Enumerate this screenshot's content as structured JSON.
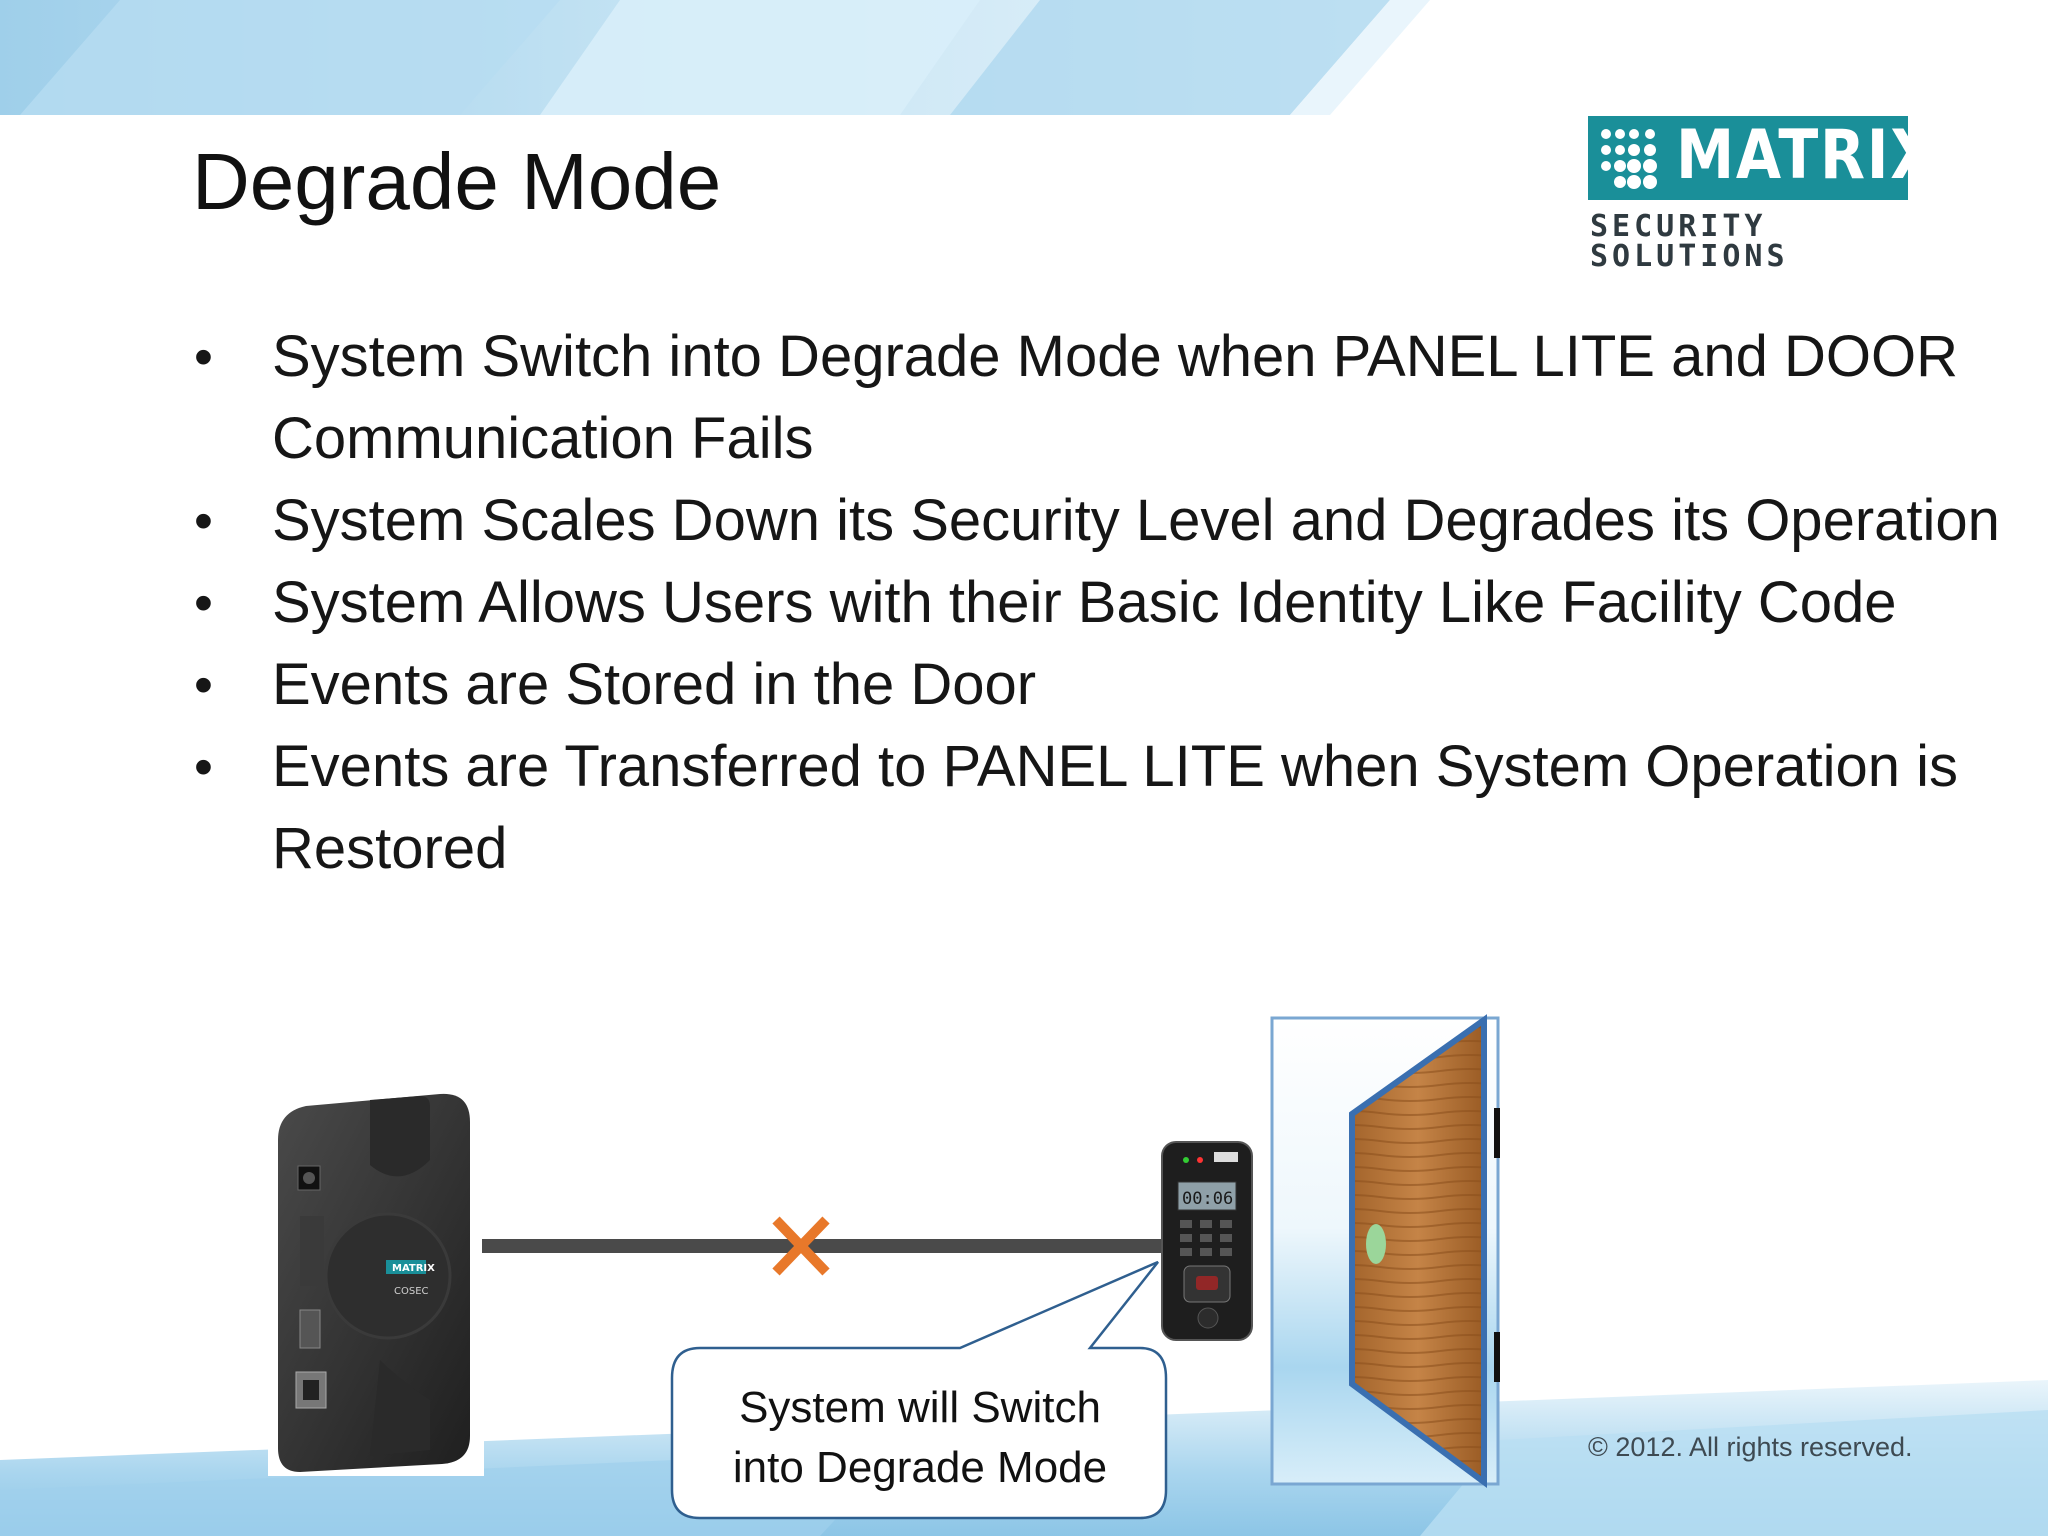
{
  "slide": {
    "title": "Degrade Mode",
    "logo": {
      "brand": "MATRIX",
      "tagline": "SECURITY SOLUTIONS",
      "color": "#1a8f99"
    },
    "bullets": [
      "System Switch into Degrade Mode when PANEL LITE and DOOR Communication Fails",
      "System Scales Down its Security Level and Degrades its Operation",
      "System Allows Users with their Basic Identity Like Facility Code",
      "Events are Stored in the Door",
      "Events are Transferred to PANEL LITE when System Operation is Restored"
    ],
    "callout": {
      "line1": "System will Switch",
      "line2": "into Degrade Mode"
    },
    "devices": {
      "panel_brand": "MATRIX",
      "panel_model": "COSEC",
      "reader_display": "00:06"
    },
    "footer": {
      "copyright": "© 2012. All rights reserved."
    },
    "colors": {
      "failure_mark": "#e8782a",
      "connection_line": "#4a4a4a",
      "banner_blue": "#8fc8e8"
    }
  }
}
